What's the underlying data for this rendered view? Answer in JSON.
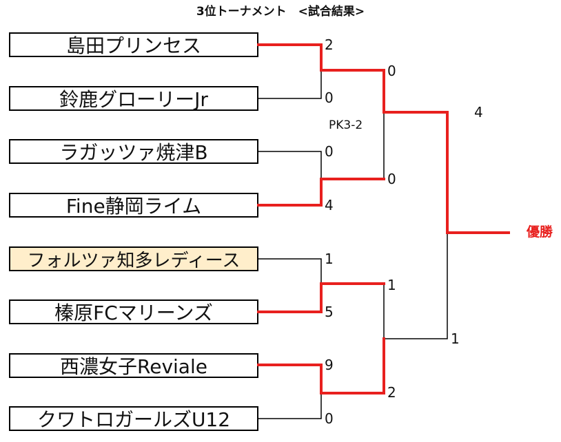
{
  "title": "3位トーナメント　<試合結果>",
  "colors": {
    "win_line": "#e8201e",
    "lose_line": "#000000",
    "highlight_team_bg": "#ffeecb",
    "champion_text": "#e8201e"
  },
  "teams": [
    "島田プリンセス",
    "鈴鹿グローリーJr",
    "ラガッツァ焼津B",
    "Fine静岡ライム",
    "フォルツァ知多レディース",
    "榛原FCマリーンズ",
    "西濃女子Reviale",
    "クワトロガールズU12"
  ],
  "highlighted_team": "フォルツァ知多レディース",
  "round1_scores": [
    "2",
    "0",
    "0",
    "4",
    "1",
    "5",
    "9",
    "0"
  ],
  "semifinal_scores": [
    "0",
    "0",
    "1",
    "2"
  ],
  "final_scores": [
    "4",
    "1"
  ],
  "pk_note": "PK3-2",
  "champion_label": "優勝"
}
